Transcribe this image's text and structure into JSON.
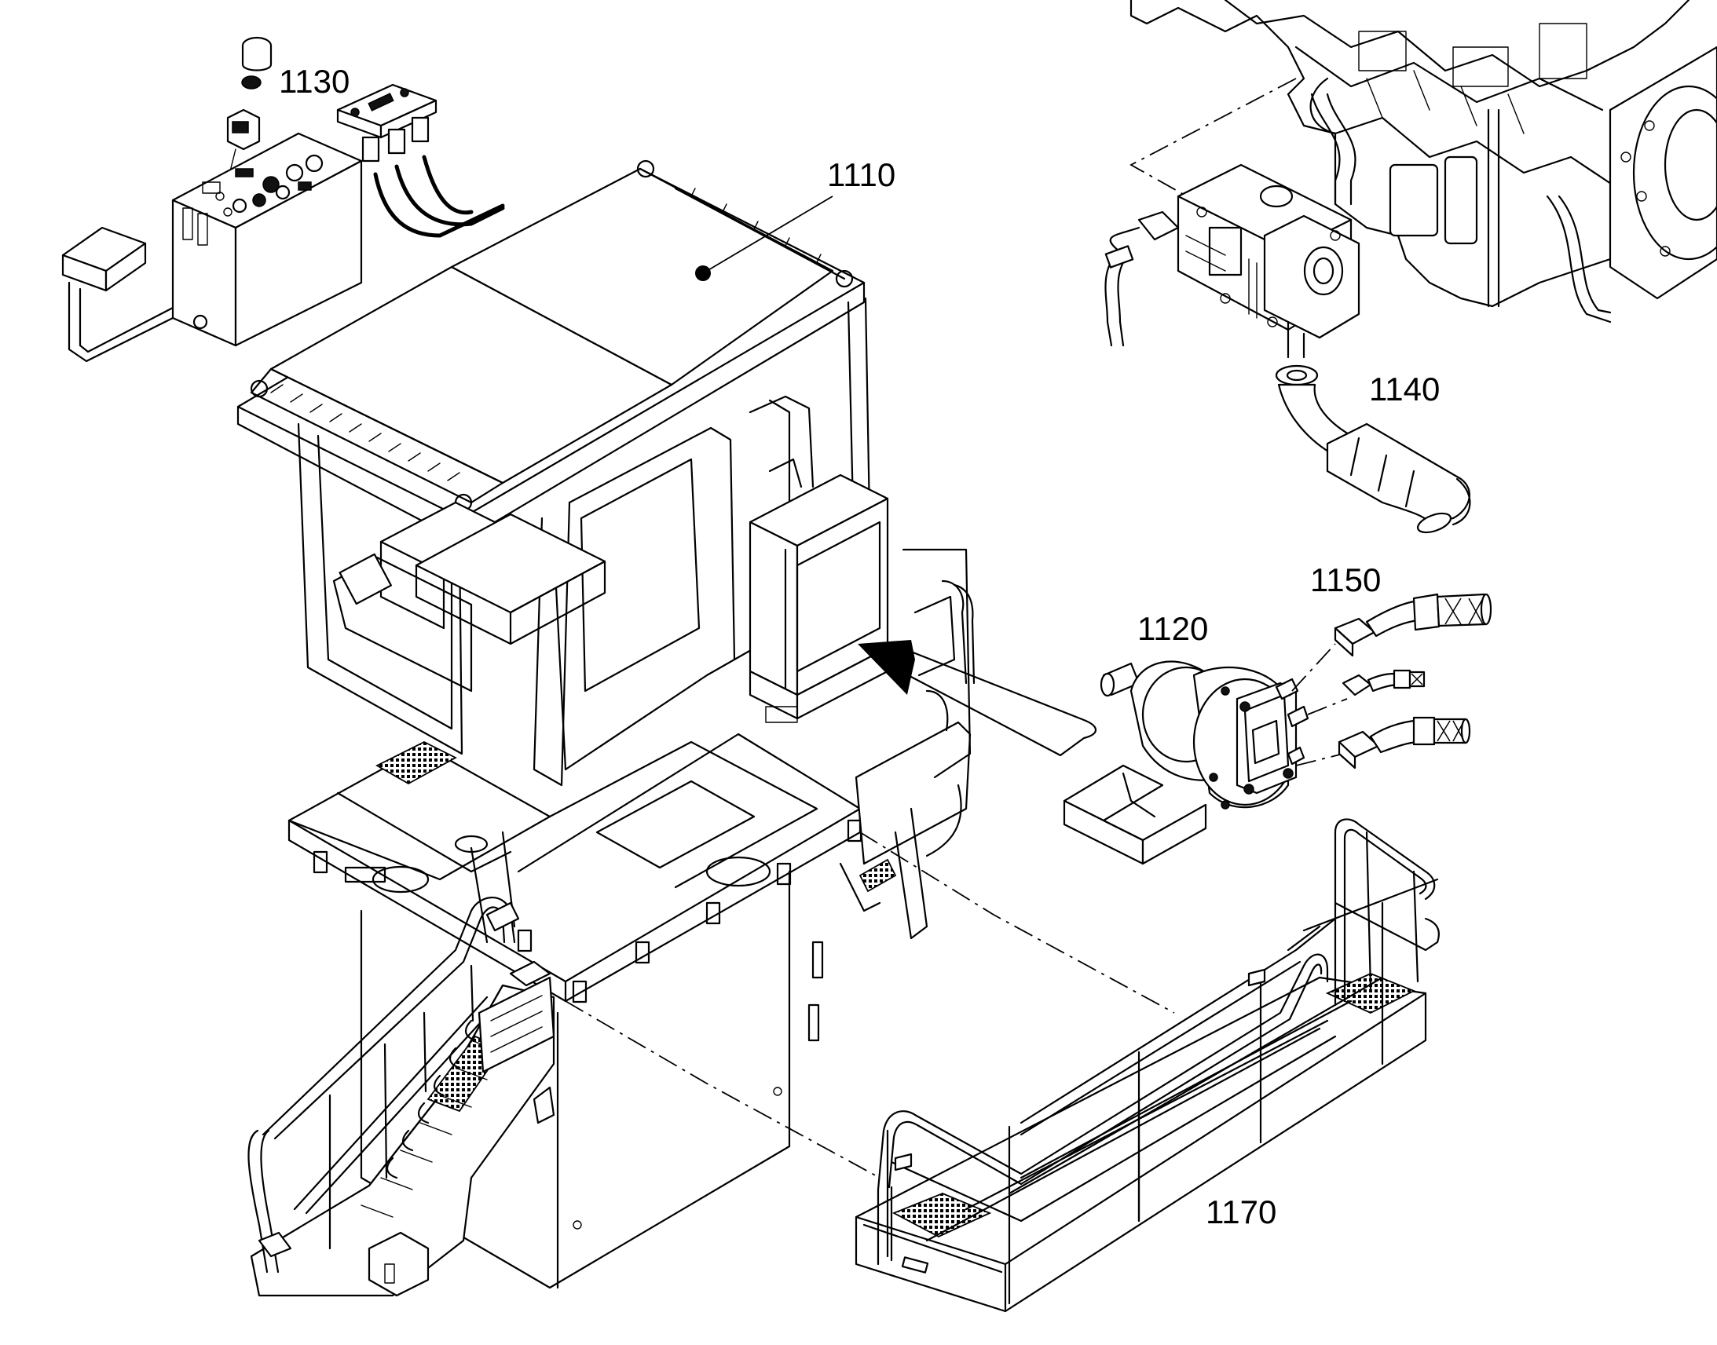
{
  "labels": {
    "cab": "1110",
    "hydraulic_motor": "1120",
    "control_panel": "1130",
    "pump_hose": "1140",
    "hose_fittings": "1150",
    "platform_railing": "1170"
  },
  "icons": [
    "exploded-view-drawing"
  ],
  "colors": {
    "line": "#000000",
    "background": "#ffffff"
  }
}
